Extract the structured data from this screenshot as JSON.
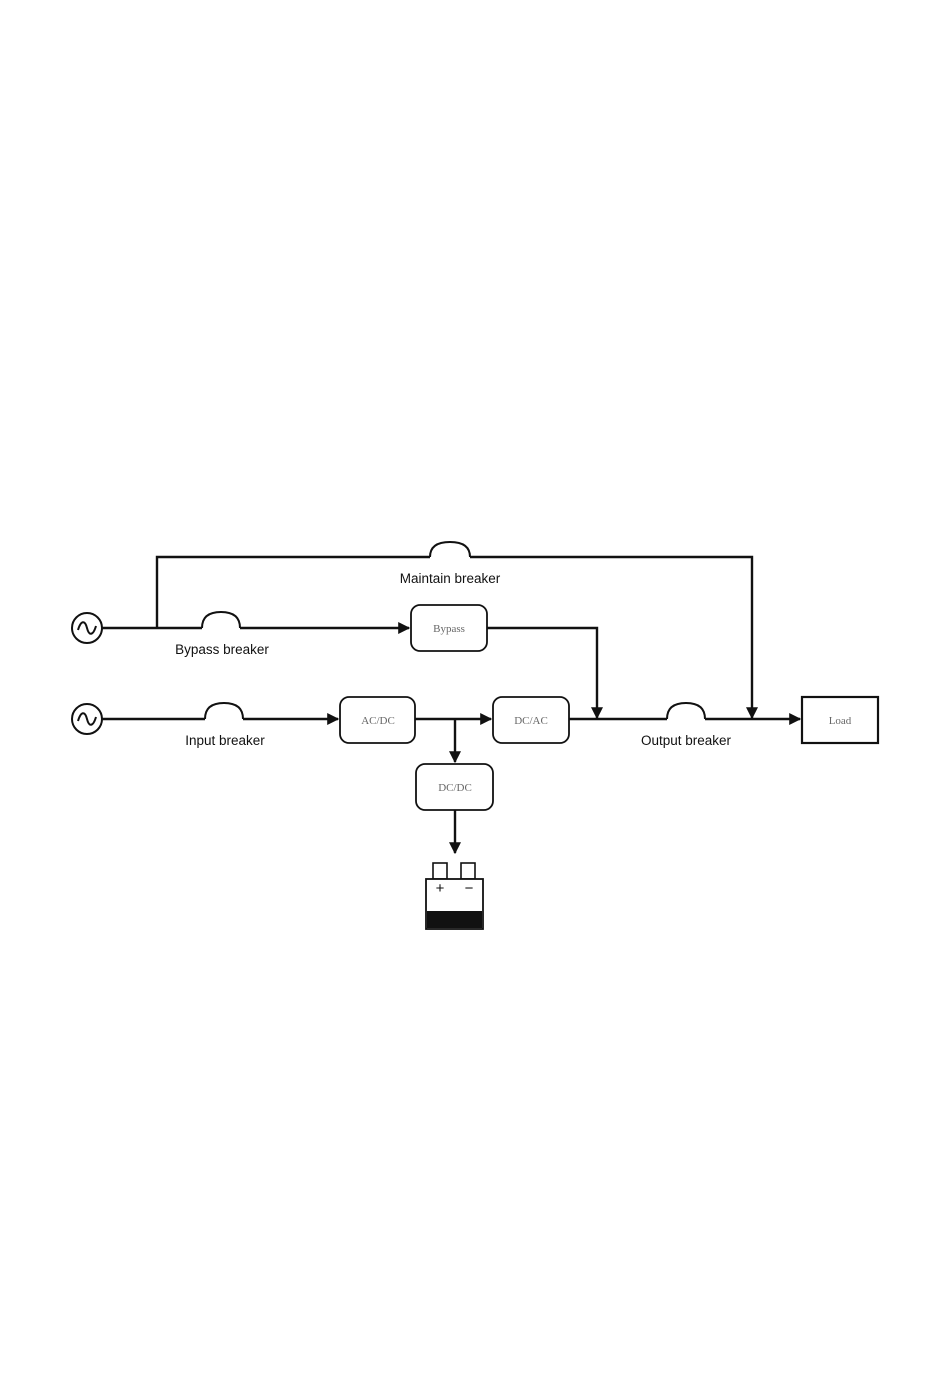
{
  "diagram": {
    "blocks": {
      "bypass": "Bypass",
      "ac_dc": "AC/DC",
      "dc_ac": "DC/AC",
      "dc_dc": "DC/DC",
      "load": "Load"
    },
    "breakers": {
      "maintain": "Maintain breaker",
      "bypass": "Bypass breaker",
      "input": "Input breaker",
      "output": "Output breaker"
    },
    "battery": {
      "positive": "+",
      "negative": "−"
    },
    "colors": {
      "line": "#111111",
      "box_text": "#666666",
      "background": "#ffffff"
    },
    "icons": [
      "ac-source-icon",
      "battery-icon"
    ]
  }
}
